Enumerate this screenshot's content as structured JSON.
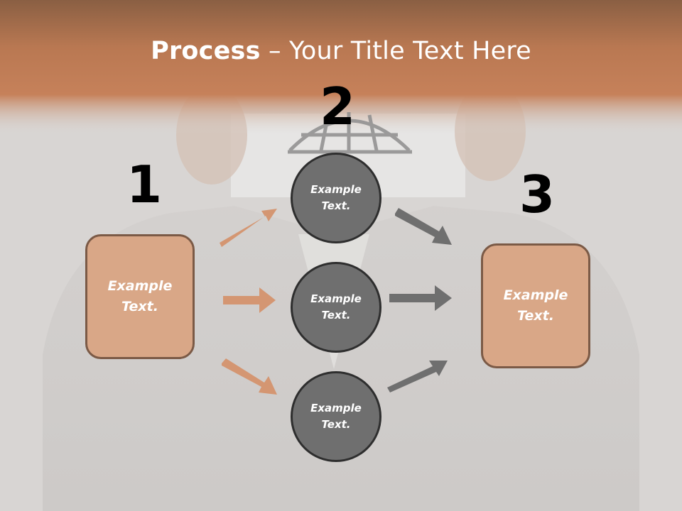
{
  "title": {
    "bold": "Process",
    "rest": " – Your Title Text Here"
  },
  "numbers": [
    "1",
    "2",
    "3"
  ],
  "left_box": {
    "text": "Example\nText."
  },
  "right_box": {
    "text": "Example\nText."
  },
  "circles": [
    {
      "text": "Example\nText."
    },
    {
      "text": "Example\nText."
    },
    {
      "text": "Example\nText."
    }
  ],
  "colors": {
    "header_band": "#c07d55",
    "box_fill": "#d9a787",
    "box_border": "#7b5a46",
    "circle_fill": "#6f6f6f",
    "circle_border": "#2e2e2e",
    "arrow_orange": "#d49672",
    "arrow_gray": "#6f6f6f"
  }
}
